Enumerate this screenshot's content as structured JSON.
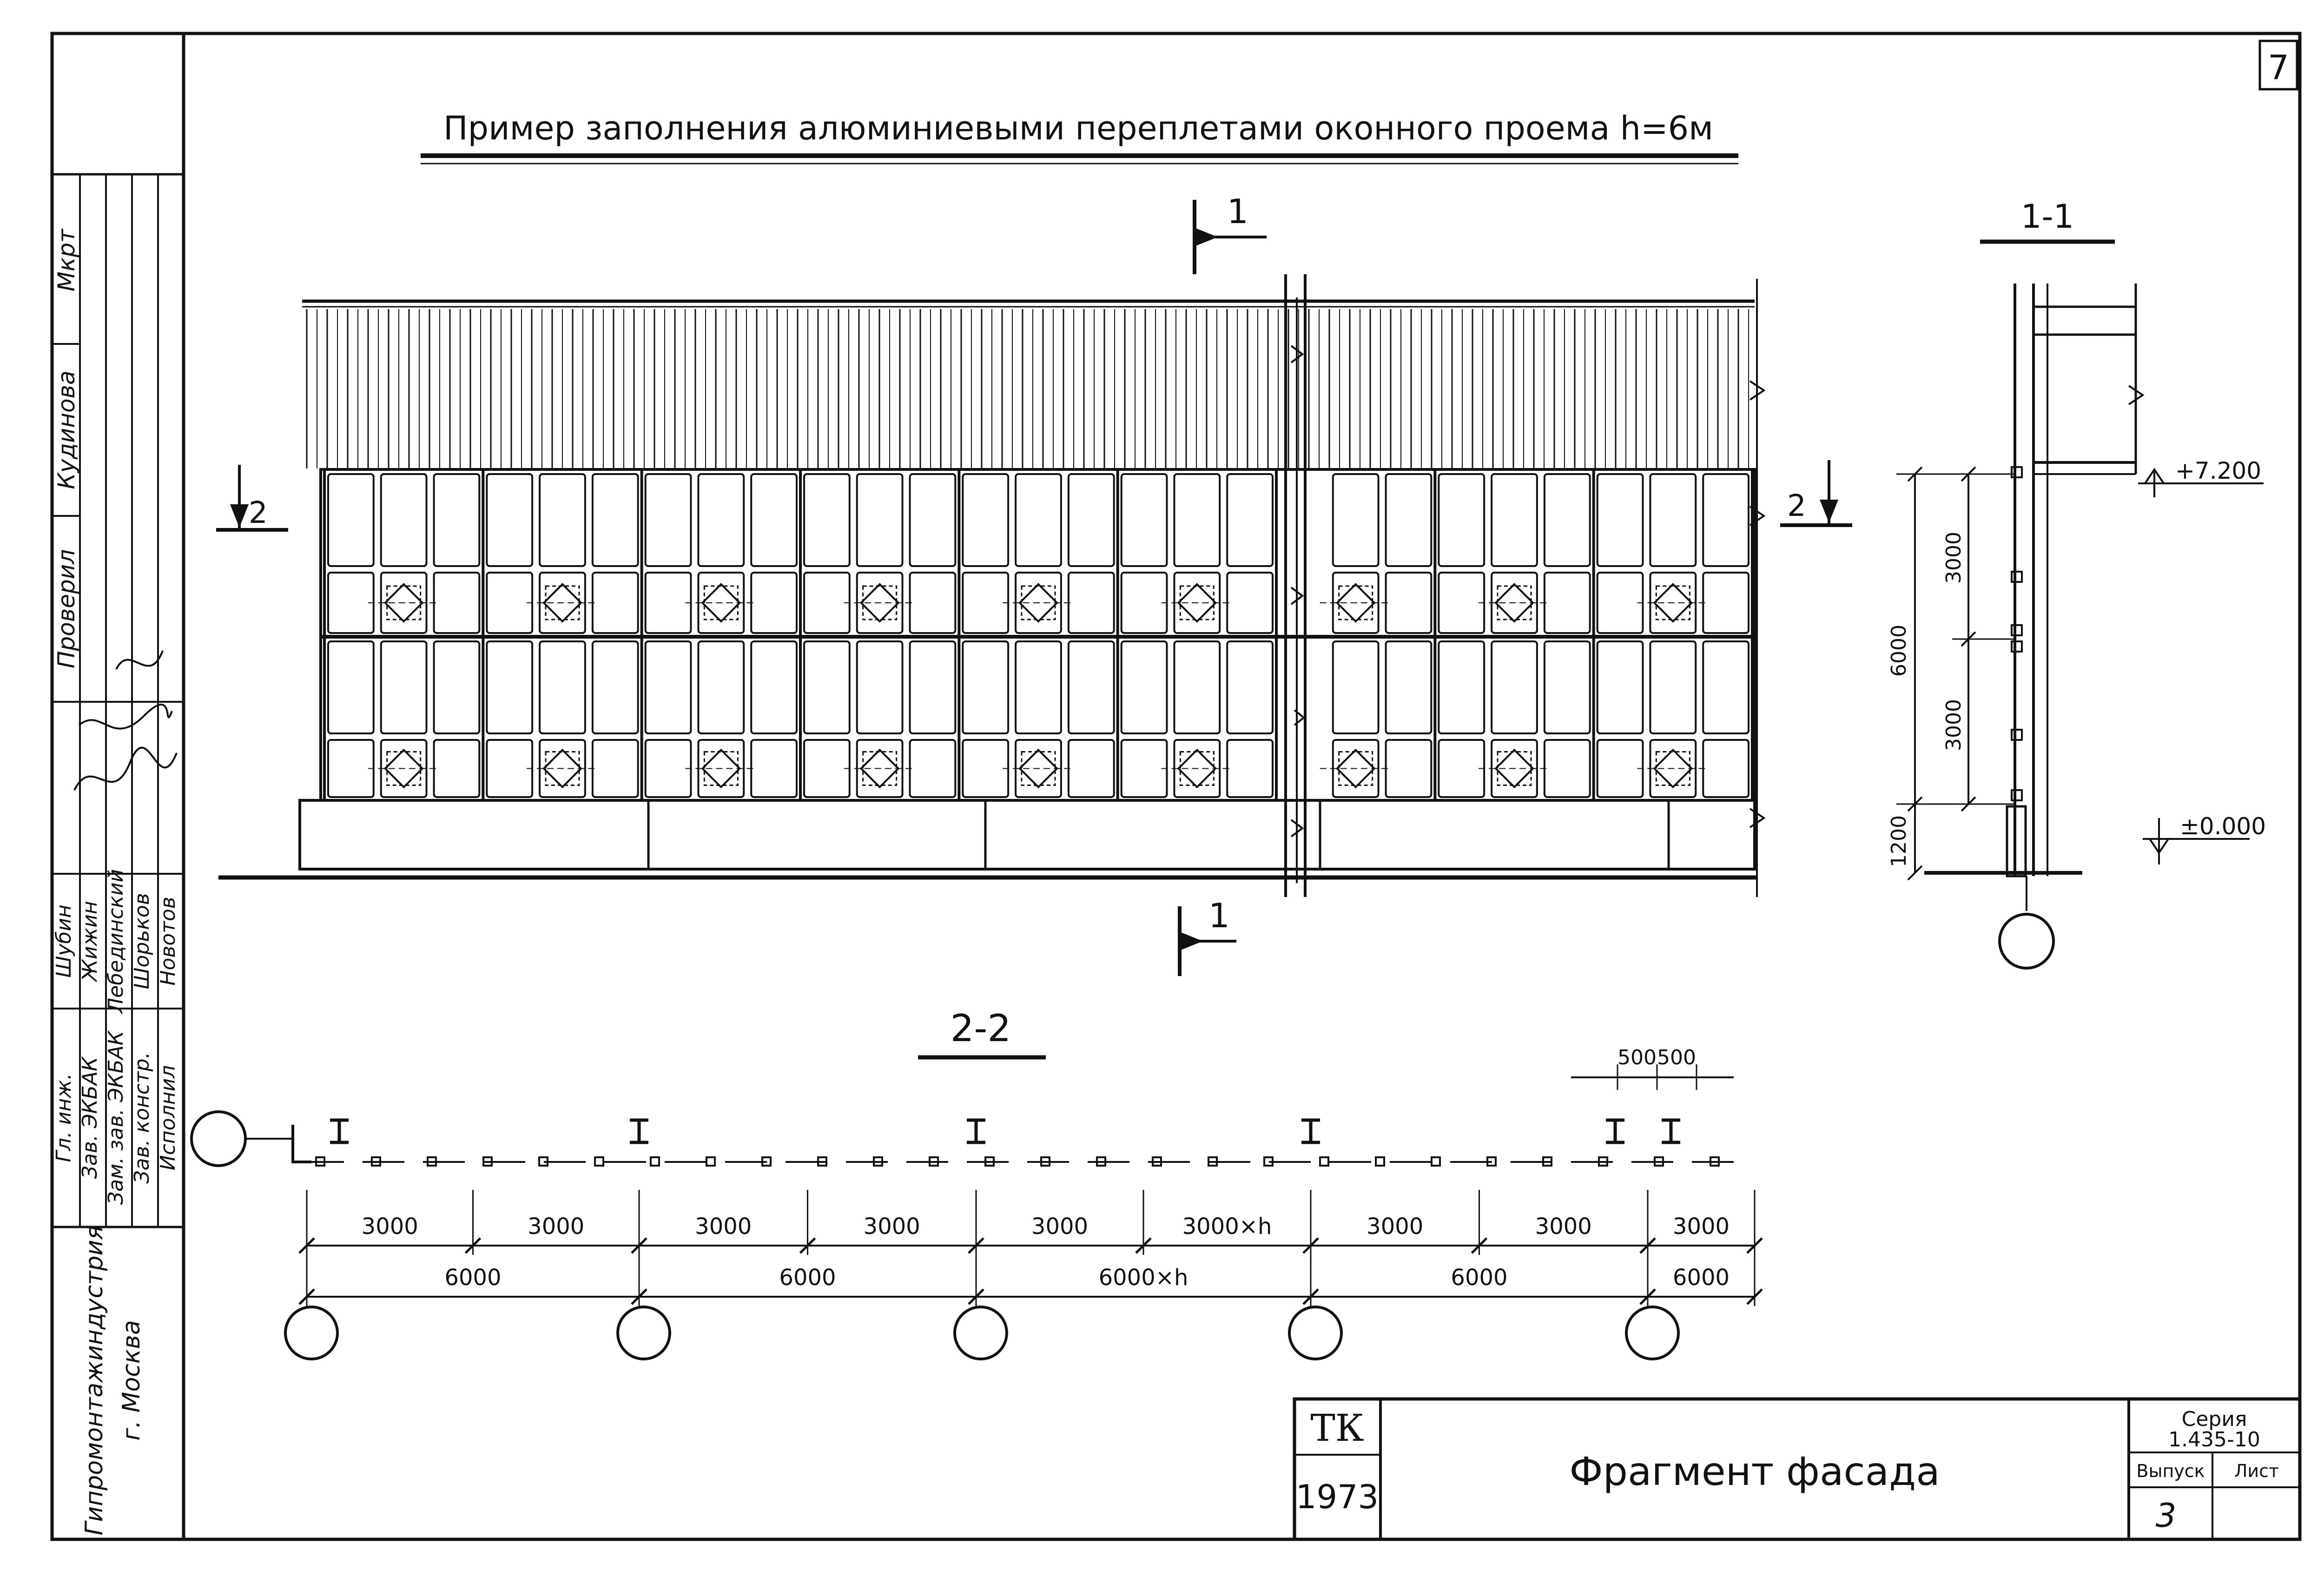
{
  "sheet_number": "7",
  "title": "Пример заполнения алюминиевыми переплетами оконного проема h=6м",
  "section_1_1": {
    "label": "1-1",
    "cut_mark": "1",
    "dim_total": "6000",
    "dim_upper": "3000",
    "dim_lower": "3000",
    "dim_base": "1200",
    "elev_top": "+7.200",
    "elev_ground": "±0.000"
  },
  "section_2_2": {
    "label": "2-2",
    "cut_mark": "2",
    "dims_small": [
      "500",
      "500"
    ],
    "dims_row1": [
      "3000",
      "3000",
      "3000",
      "3000",
      "3000",
      "3000×h",
      "3000",
      "3000",
      "3000"
    ],
    "dims_row2": [
      "6000",
      "6000",
      "6000×h",
      "6000",
      "6000"
    ]
  },
  "title_block": {
    "code": "ТК",
    "year": "1973",
    "sheet_title": "Фрагмент фасада",
    "series_label": "Серия",
    "series_value": "1.435-10",
    "issue_label": "Выпуск",
    "sheet_label": "Лист",
    "issue_value": "3"
  },
  "stamp": {
    "roles": [
      "Гл. инж.",
      "Зав. ЭКБАК",
      "Зам. зав. ЭКБАК",
      "Зав. констр.",
      "Исполнил"
    ],
    "names": [
      "Шубин",
      "Жижин",
      "Лебединский",
      "Шорьков",
      "Новотов"
    ],
    "checked_label": "Проверил",
    "checked_names": [
      "Кудинова",
      "Мкрт"
    ],
    "organization": "Гипромонтажиндустрия",
    "city": "г. Москва"
  }
}
